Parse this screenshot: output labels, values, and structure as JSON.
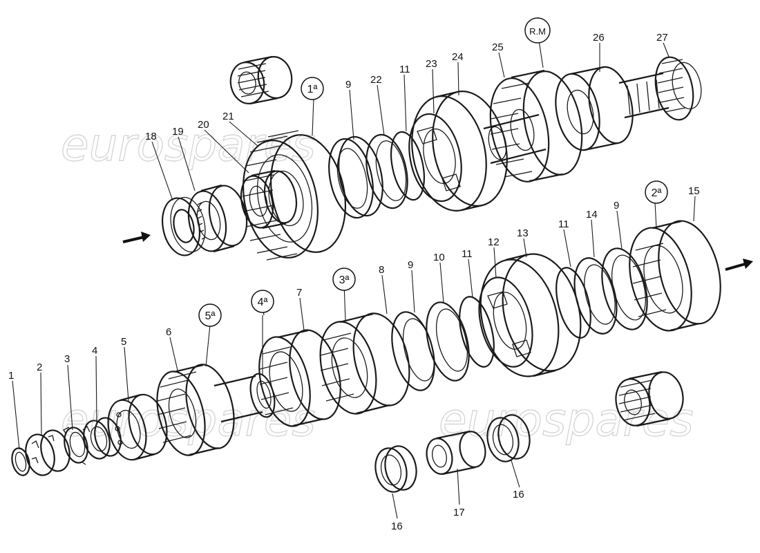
{
  "watermark": [
    "eurospares",
    "eurospares",
    "eurospares"
  ],
  "callouts": {
    "c1": "1",
    "c2": "2",
    "c3": "3",
    "c4": "4",
    "c5": "5",
    "c6": "6",
    "c7": "7",
    "c8": "8",
    "c9a": "9",
    "c9b": "9",
    "c9c": "9",
    "c10": "10",
    "c11a": "11",
    "c11b": "11",
    "c11c": "11",
    "c12": "12",
    "c13": "13",
    "c14": "14",
    "c15": "15",
    "c16a": "16",
    "c16b": "16",
    "c17": "17",
    "c18": "18",
    "c19": "19",
    "c20": "20",
    "c21": "21",
    "c22": "22",
    "c23": "23",
    "c24": "24",
    "c25": "25",
    "c26": "26",
    "c27": "27"
  },
  "gear_labels": {
    "first": "1ª",
    "second": "2ª",
    "third": "3ª",
    "fourth": "4ª",
    "fifth": "5ª",
    "reverse": "R.M"
  }
}
